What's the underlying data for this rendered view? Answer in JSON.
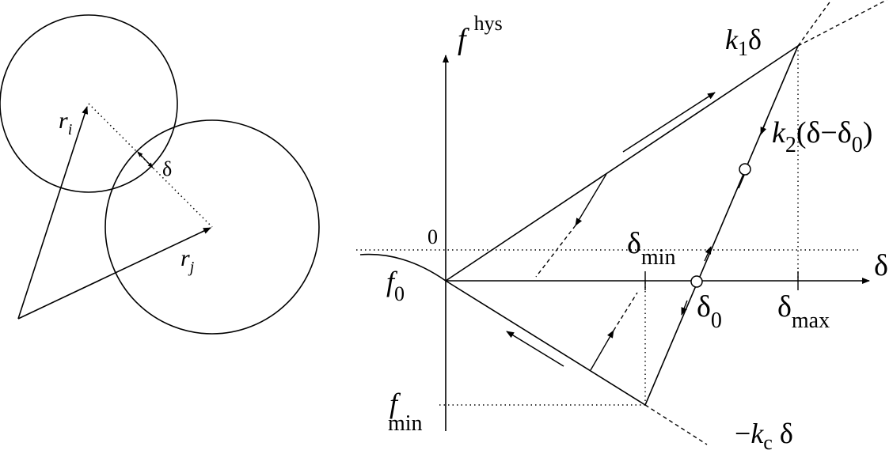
{
  "left_panel": {
    "label_ri": "r",
    "label_ri_sub": "i",
    "label_rj": "r",
    "label_rj_sub": "j",
    "label_delta": "δ"
  },
  "right_panel": {
    "y_axis_label": "f",
    "y_axis_label_sup": "hys",
    "x_axis_label": "δ",
    "zero_label": "0",
    "f0_label": "f",
    "f0_sub": "0",
    "fmin_label": "f",
    "fmin_sub": "min",
    "delta_min_label": "δ",
    "delta_min_sub": "min",
    "delta0_label": "δ",
    "delta0_sub": "0",
    "delta_max_label": "δ",
    "delta_max_sub": "max",
    "k1_label": "k",
    "k1_sub": "1",
    "k1_rest": "δ",
    "k2_label": "k",
    "k2_sub": "2",
    "k2_rest_a": "(δ−δ",
    "k2_rest_sub": "0",
    "k2_rest_b": ")",
    "kc_minus": "−",
    "kc_label": "k",
    "kc_sub": "c",
    "kc_rest": " δ"
  }
}
